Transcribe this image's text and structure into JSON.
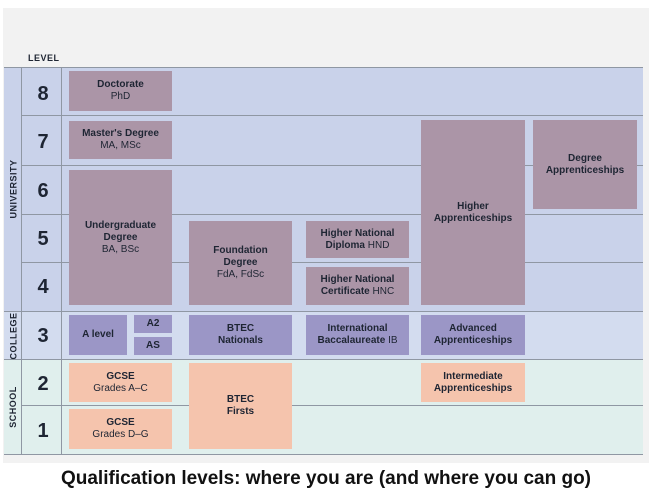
{
  "header": {
    "level_label": "LEVEL"
  },
  "levels": [
    "8",
    "7",
    "6",
    "5",
    "4",
    "3",
    "2",
    "1"
  ],
  "sections": {
    "university": "UNIVERSITY",
    "college": "COLLEGE",
    "school": "SCHOOL"
  },
  "boxes": {
    "doctorate": {
      "title": "Doctorate",
      "sub": "PhD"
    },
    "masters": {
      "title": "Master's Degree",
      "sub": "MA, MSc"
    },
    "undergraduate": {
      "title_1": "Undergraduate",
      "title_2": "Degree",
      "sub": "BA, BSc"
    },
    "foundation": {
      "title_1": "Foundation",
      "title_2": "Degree",
      "sub": "FdA, FdSc"
    },
    "hnd": {
      "title_1": "Higher National",
      "title_2": "Diploma",
      "suffix": "HND"
    },
    "hnc": {
      "title_1": "Higher National",
      "title_2": "Certificate",
      "suffix": "HNC"
    },
    "higher_apprenticeships": {
      "title_1": "Higher",
      "title_2": "Apprenticeships"
    },
    "degree_apprenticeships": {
      "title_1": "Degree",
      "title_2": "Apprenticeships"
    },
    "a_level": {
      "title": "A level"
    },
    "a2": {
      "title": "A2"
    },
    "as": {
      "title": "AS"
    },
    "btec_nationals": {
      "title_1": "BTEC",
      "title_2": "Nationals"
    },
    "ib": {
      "title_1": "International",
      "title_2": "Baccalaureate",
      "suffix": "IB"
    },
    "advanced_apprenticeships": {
      "title_1": "Advanced",
      "title_2": "Apprenticeships"
    },
    "gcse_ac": {
      "title": "GCSE",
      "sub": "Grades A–C"
    },
    "gcse_dg": {
      "title": "GCSE",
      "sub": "Grades D–G"
    },
    "btec_firsts": {
      "title_1": "BTEC",
      "title_2": "Firsts"
    },
    "intermediate_apprenticeships": {
      "title_1": "Intermediate",
      "title_2": "Apprenticeships"
    }
  },
  "caption": "Qualification levels: where you are (and where you can go)",
  "colors": {
    "university_band": "#c9d2ea",
    "college_band": "#d3dcef",
    "school_band": "#e0efed",
    "university_box": "#ab95a7",
    "college_box": "#9b96c6",
    "school_box": "#f5c4ad"
  }
}
